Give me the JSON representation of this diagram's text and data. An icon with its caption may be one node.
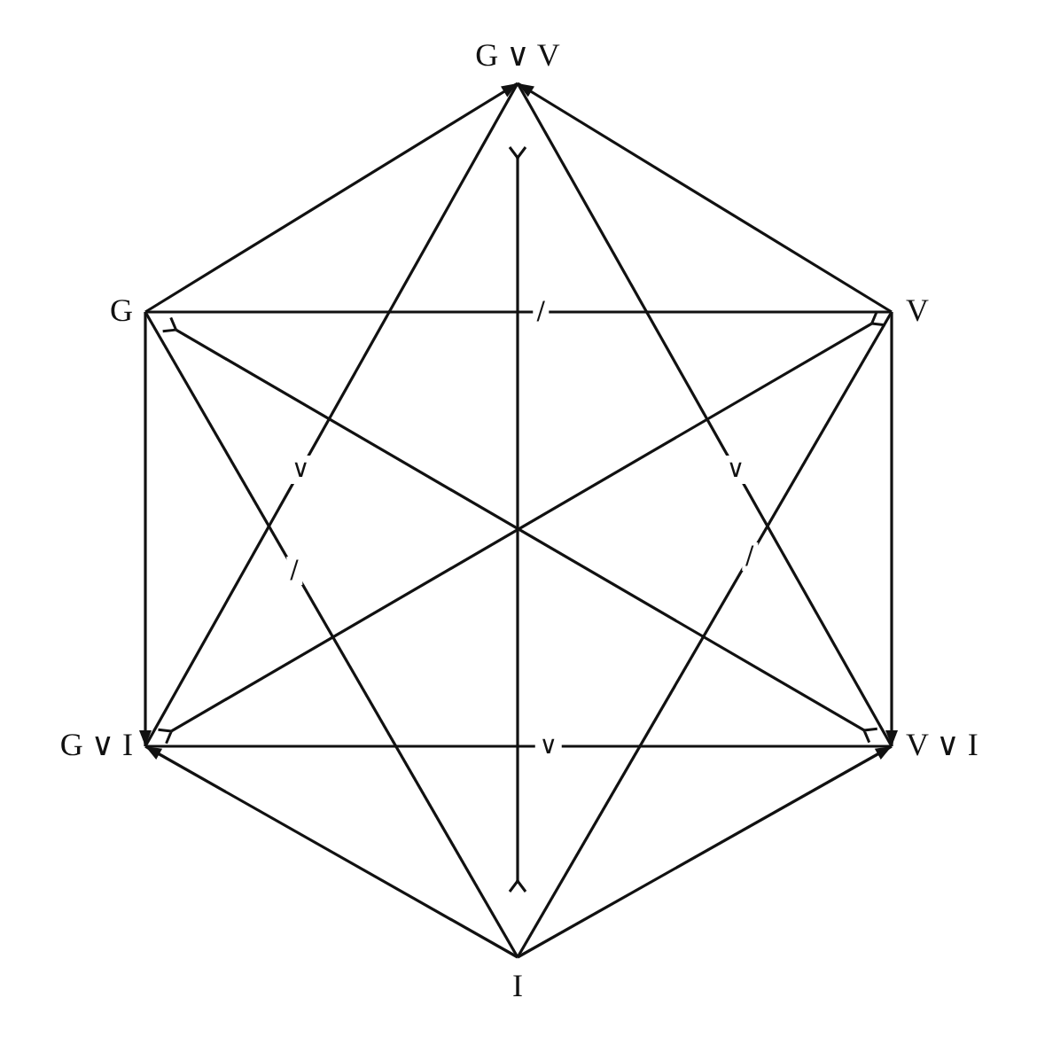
{
  "diagram": {
    "nodes": [
      {
        "text": [
          "G ∨ V"
        ]
      },
      {
        "text": [
          "G"
        ]
      },
      {
        "text": [
          "V"
        ]
      },
      {
        "text": [
          "G ∨ I"
        ]
      },
      {
        "text": [
          "V ∨ I"
        ]
      },
      {
        "text": [
          "I"
        ]
      }
    ],
    "edges": [
      {
        "from": 1,
        "to": 0,
        "arrow": "to"
      },
      {
        "from": 2,
        "to": 0,
        "arrow": "to"
      },
      {
        "from": 0,
        "to": 3,
        "arrow": "none",
        "label": "∨"
      },
      {
        "from": 0,
        "to": 4,
        "arrow": "none",
        "label": "∨"
      },
      {
        "from": 0,
        "to": 5,
        "arrow": "other"
      },
      {
        "from": 1,
        "to": 2,
        "arrow": "none",
        "label": "/"
      },
      {
        "from": 1,
        "to": 3,
        "arrow": "to"
      },
      {
        "from": 1,
        "to": 4,
        "arrow": "other"
      },
      {
        "from": 1,
        "to": 5,
        "arrow": "none",
        "label": "/"
      },
      {
        "from": 2,
        "to": 3,
        "arrow": "other"
      },
      {
        "from": 2,
        "to": 4,
        "arrow": "to"
      },
      {
        "from": 2,
        "to": 5,
        "arrow": "none",
        "label": "/"
      },
      {
        "from": 3,
        "to": 4,
        "arrow": "none",
        "label": "∨"
      },
      {
        "from": 5,
        "to": 3,
        "arrow": "to"
      },
      {
        "from": 5,
        "to": 4,
        "arrow": "to"
      }
    ]
  }
}
